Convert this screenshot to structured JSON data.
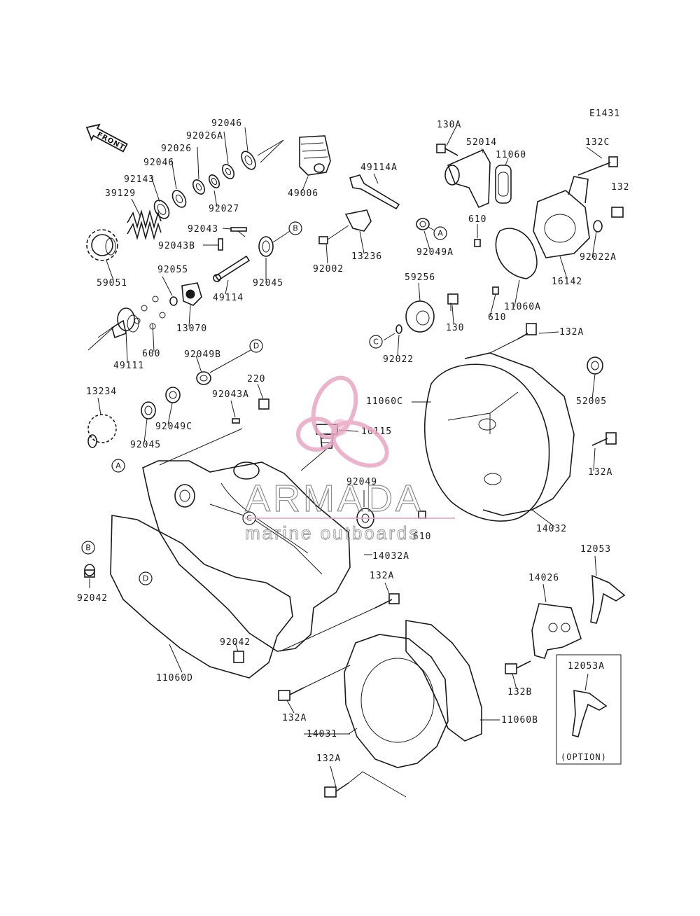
{
  "diagram": {
    "code": "E1431",
    "front_arrow_label": "FRONT",
    "option_label": "(OPTION)",
    "labels": {
      "l92046a": "92046",
      "l92026a": "92026A",
      "l92026": "92026",
      "l92046b": "92046",
      "l92143": "92143",
      "l39129": "39129",
      "l49006": "49006",
      "l92027": "92027",
      "l92043": "92043",
      "l92043b": "92043B",
      "l59051": "59051",
      "l92045a": "92045",
      "l92055": "92055",
      "l49114": "49114",
      "l13070": "13070",
      "l49114a": "49114A",
      "l92002": "92002",
      "l13236": "13236",
      "l92049a": "92049A",
      "l600": "600",
      "l49111": "49111",
      "l92049b": "92049B",
      "l220": "220",
      "l13234": "13234",
      "l92043a": "92043A",
      "l92049c": "92049C",
      "l92045b": "92045",
      "l16115": "16115",
      "l92049": "92049",
      "l130a": "130A",
      "l52014": "52014",
      "l11060": "11060",
      "l132c": "132C",
      "l132": "132",
      "l610a": "610",
      "l92022a": "92022A",
      "l16142": "16142",
      "l59256": "59256",
      "l130": "130",
      "l11060a": "11060A",
      "l610b": "610",
      "l92022": "92022",
      "l132a1": "132A",
      "l11060c": "11060C",
      "l52005": "52005",
      "l132a2": "132A",
      "l14032": "14032",
      "l610c": "610",
      "l14032a": "14032A",
      "l92042a": "92042",
      "l132a3": "132A",
      "l92042b": "92042",
      "l11060d": "11060D",
      "l12053": "12053",
      "l14026": "14026",
      "l132b": "132B",
      "l12053a": "12053A",
      "l132a4": "132A",
      "l14031": "14031",
      "l11060b": "11060B",
      "l132a5": "132A"
    },
    "callouts": {
      "a1": "A",
      "a2": "A",
      "b1": "B",
      "b2": "B",
      "c1": "C",
      "c2": "C",
      "d1": "D",
      "d2": "D"
    }
  },
  "watermark": {
    "title": "ARMADA",
    "subtitle": "marine outboards",
    "logo_color": "#e8a8c4"
  }
}
